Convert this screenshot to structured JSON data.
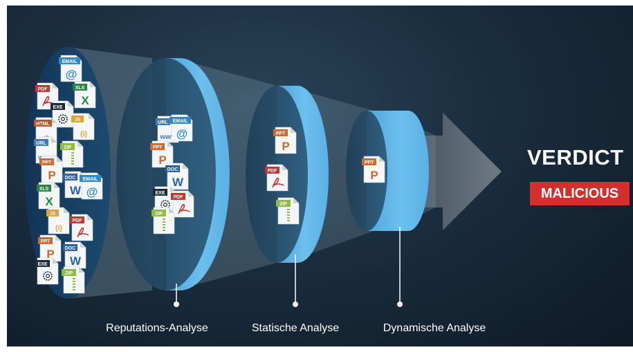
{
  "stages": [
    {
      "label": "Reputations-Analyse"
    },
    {
      "label": "Statische Analyse"
    },
    {
      "label": "Dynamische Analyse"
    }
  ],
  "verdict": {
    "title": "VERDICT",
    "result": "MALICIOUS",
    "result_color": "#d62e2b"
  },
  "colors": {
    "background": "#162838",
    "cylinder": "#5cb3e6",
    "cylinder_dark": "#1f4f73",
    "arrow": "#6c7680"
  },
  "file_types": {
    "PDF": {
      "tag": "PDF",
      "color": "#c7342f",
      "glyph": "pdf"
    },
    "XLS": {
      "tag": "XLS",
      "color": "#1f8a3e",
      "glyph": "X"
    },
    "DOC": {
      "tag": "DOC",
      "color": "#2b61b0",
      "glyph": "W"
    },
    "PPT": {
      "tag": "PPT",
      "color": "#d2682b",
      "glyph": "P"
    },
    "EMAIL": {
      "tag": "EMAIL",
      "color": "#2a8ad4",
      "glyph": "@"
    },
    "EXE": {
      "tag": "EXE",
      "color": "#1e2a36",
      "glyph": "gear"
    },
    "HTML": {
      "tag": "HTML",
      "color": "#c0552a",
      "glyph": "</>"
    },
    "JS": {
      "tag": "JS",
      "color": "#e2a531",
      "glyph": "{i}"
    },
    "URL": {
      "tag": "URL",
      "color": "#3c7cc0",
      "glyph": "www"
    },
    "ZIP": {
      "tag": "ZIP",
      "color": "#8fbf3a",
      "glyph": "zip"
    }
  },
  "file_groups": {
    "input": [
      "EMAIL",
      "PDF",
      "XLS",
      "EXE",
      "HTML",
      "JS",
      "URL",
      "ZIP",
      "PPT",
      "XLS",
      "DOC",
      "EMAIL",
      "JS",
      "PDF",
      "PPT",
      "DOC",
      "EXE",
      "ZIP"
    ],
    "after_reputation": [
      "URL",
      "EMAIL",
      "PPT",
      "DOC",
      "EXE",
      "PDF",
      "ZIP"
    ],
    "after_static": [
      "PPT",
      "PDF",
      "ZIP"
    ],
    "after_dynamic": [
      "PPT"
    ]
  }
}
